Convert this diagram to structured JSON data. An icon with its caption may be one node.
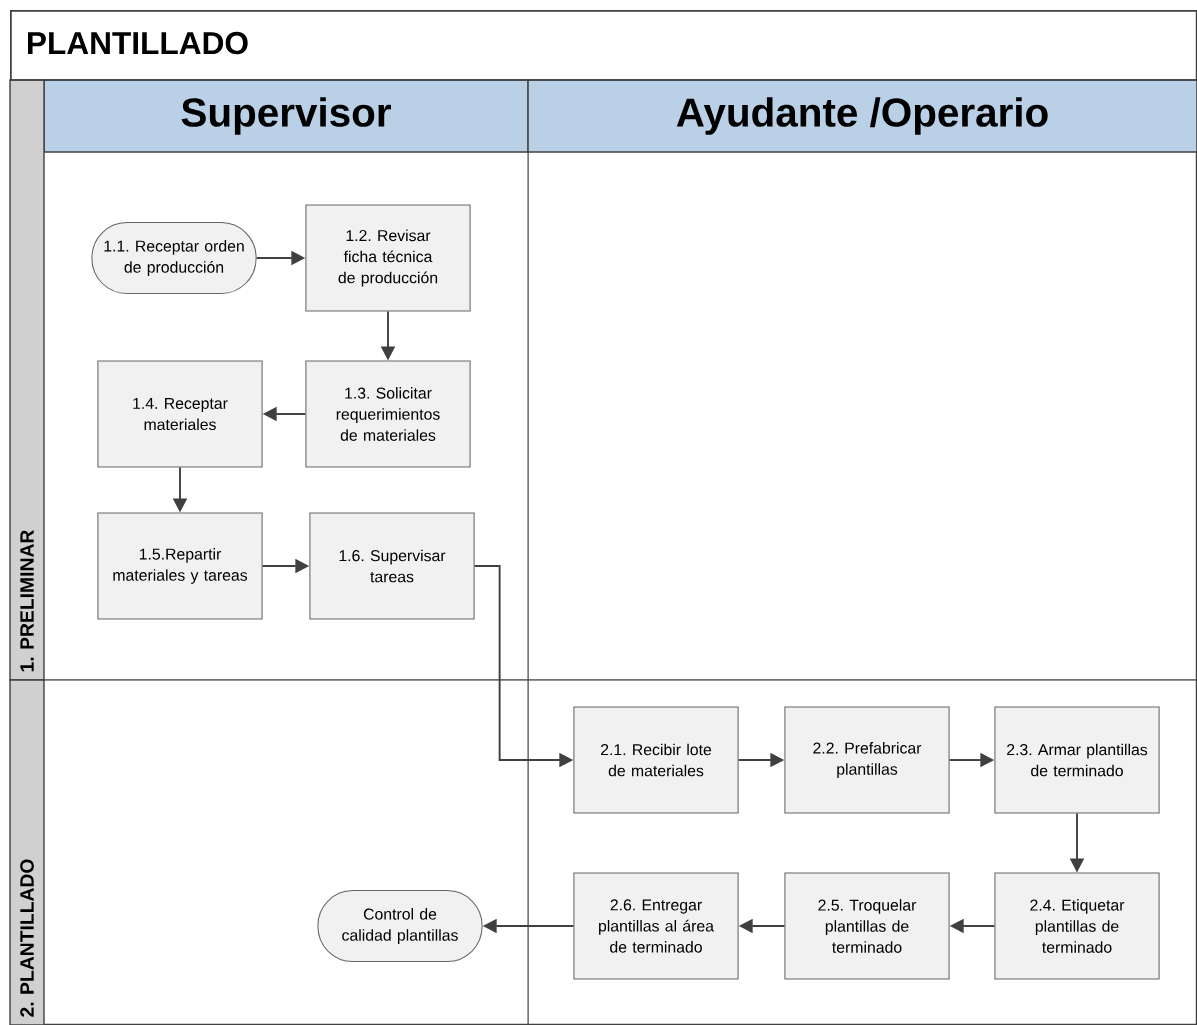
{
  "diagram": {
    "nodes": [
      {
        "text": [
          "PLANTILLADO"
        ]
      },
      {
        "text": [
          "Supervisor"
        ],
        "in": 0
      },
      {
        "text": [
          "Ayudante /Operario"
        ],
        "in": 0
      },
      {
        "text": [
          "1. PRELIMINAR"
        ],
        "in": 0
      },
      {
        "text": [
          "2. PLANTILLADO"
        ],
        "in": 0
      },
      {
        "text": [
          "1.1. Receptar orden de producción"
        ],
        "in": 0
      },
      {
        "text": [
          "1.2. Revisar ficha técnica de producción"
        ],
        "in": 0
      },
      {
        "text": [
          "1.3. Solicitar requerimientos de materiales"
        ],
        "in": 0
      },
      {
        "text": [
          "1.4. Receptar materiales"
        ],
        "in": 0
      },
      {
        "text": [
          "1.5.Repartir materiales y tareas"
        ],
        "in": 0
      },
      {
        "text": [
          "1.6. Supervisar tareas"
        ],
        "in": 0
      },
      {
        "text": [
          "2.1. Recibir lote de materiales"
        ],
        "in": 0
      },
      {
        "text": [
          "2.2. Prefabricar plantillas"
        ],
        "in": 0
      },
      {
        "text": [
          "2.3. Armar plantillas de terminado"
        ],
        "in": 0
      },
      {
        "text": [
          "2.4. Etiquetar plantillas de terminado"
        ],
        "in": 0
      },
      {
        "text": [
          "2.5. Troquelar plantillas de terminado"
        ],
        "in": 0
      },
      {
        "text": [
          "2.6. Entregar plantillas al área de terminado"
        ],
        "in": 0
      },
      {
        "text": [
          "Control de calidad plantillas"
        ],
        "in": 0
      }
    ],
    "edges": [
      {
        "from": 5,
        "to": 6,
        "arrow": "to"
      },
      {
        "from": 6,
        "to": 7,
        "arrow": "to"
      },
      {
        "from": 7,
        "to": 8,
        "arrow": "to"
      },
      {
        "from": 8,
        "to": 9,
        "arrow": "to"
      },
      {
        "from": 9,
        "to": 10,
        "arrow": "to"
      },
      {
        "from": 10,
        "to": 11,
        "arrow": "to"
      },
      {
        "from": 11,
        "to": 12,
        "arrow": "to"
      },
      {
        "from": 12,
        "to": 13,
        "arrow": "to"
      },
      {
        "from": 13,
        "to": 14,
        "arrow": "to"
      },
      {
        "from": 14,
        "to": 15,
        "arrow": "to"
      },
      {
        "from": 15,
        "to": 16,
        "arrow": "to"
      },
      {
        "from": 16,
        "to": 17,
        "arrow": "to"
      }
    ]
  }
}
